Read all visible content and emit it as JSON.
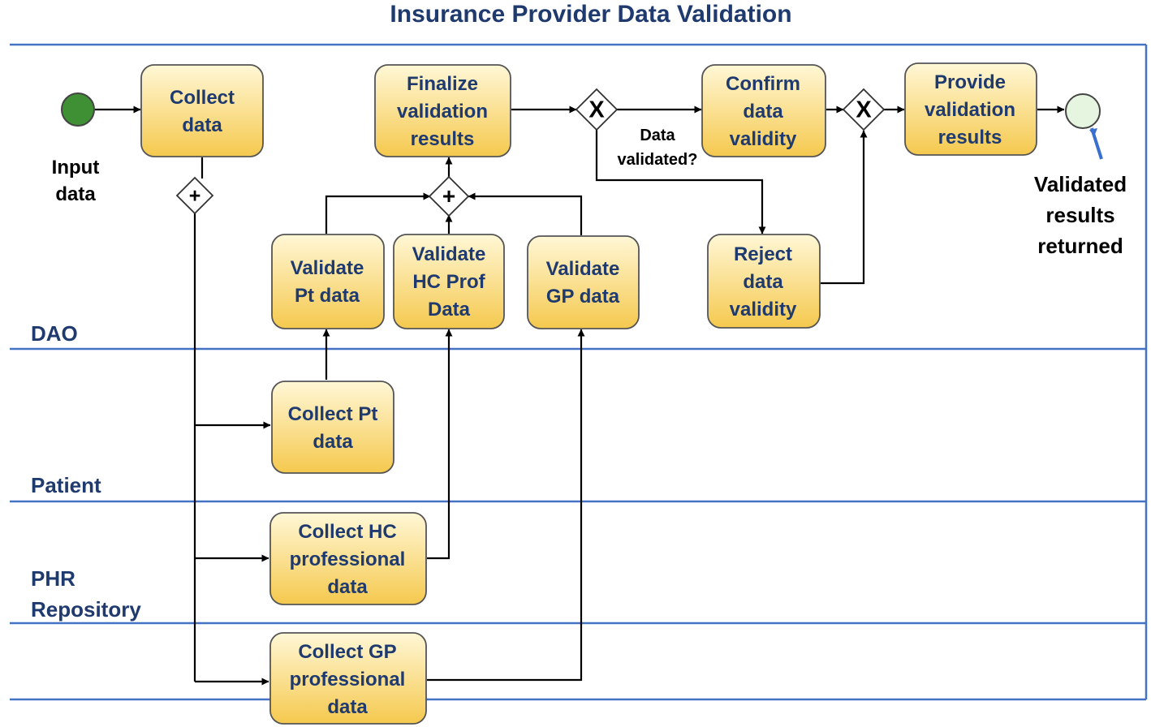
{
  "title": "Insurance Provider Data Validation",
  "colors": {
    "title": "#1f3a6e",
    "lane_line": "#4472c4",
    "lane_label": "#1f3a6e",
    "task_text": "#1f3a6e",
    "task_fill_top": "#fff7d6",
    "task_fill_bottom": "#f5c94e",
    "task_border": "#555555",
    "start_event": "#3f8f35",
    "end_event": "#e6f5e0",
    "end_marker": "#3a6fd0",
    "flow": "#000000"
  },
  "lanes": [
    {
      "id": "dao",
      "label": "DAO"
    },
    {
      "id": "patient",
      "label": "Patient"
    },
    {
      "id": "phr",
      "label": "PHR Repository"
    }
  ],
  "start_event": {
    "label": "Input data",
    "label_lines": [
      "Input",
      "data"
    ],
    "icon": "start-event-circle"
  },
  "end_event": {
    "label": "Validated results returned",
    "label_lines": [
      "Validated",
      "results",
      "returned"
    ],
    "icon": "end-event-magnifier"
  },
  "tasks": [
    {
      "id": "collect-data",
      "label_lines": [
        "Collect",
        "data"
      ]
    },
    {
      "id": "finalize-validation-results",
      "label_lines": [
        "Finalize",
        "validation",
        "results"
      ]
    },
    {
      "id": "confirm-data-validity",
      "label_lines": [
        "Confirm",
        "data",
        "validity"
      ]
    },
    {
      "id": "provide-validation-results",
      "label_lines": [
        "Provide",
        "validation",
        "results"
      ]
    },
    {
      "id": "validate-pt-data",
      "label_lines": [
        "Validate",
        "Pt data"
      ]
    },
    {
      "id": "validate-hc-prof-data",
      "label_lines": [
        "Validate",
        "HC Prof",
        "Data"
      ]
    },
    {
      "id": "validate-gp-data",
      "label_lines": [
        "Validate",
        "GP data"
      ]
    },
    {
      "id": "reject-data-validity",
      "label_lines": [
        "Reject",
        "data",
        "validity"
      ]
    },
    {
      "id": "collect-pt-data",
      "label_lines": [
        "Collect Pt",
        "data"
      ]
    },
    {
      "id": "collect-hc-professional-data",
      "label_lines": [
        "Collect HC",
        "professional",
        "data"
      ]
    },
    {
      "id": "collect-gp-professional-data",
      "label_lines": [
        "Collect GP",
        "professional",
        "data"
      ]
    }
  ],
  "gateways": [
    {
      "id": "split-gateway",
      "type": "parallel",
      "symbol": "+"
    },
    {
      "id": "join-gateway",
      "type": "parallel",
      "symbol": "+"
    },
    {
      "id": "decision-gateway",
      "type": "exclusive",
      "symbol": "X"
    },
    {
      "id": "merge-gateway",
      "type": "exclusive",
      "symbol": "X"
    }
  ],
  "condition_label": {
    "text": "Data validated?",
    "lines": [
      "Data",
      "validated?"
    ]
  }
}
